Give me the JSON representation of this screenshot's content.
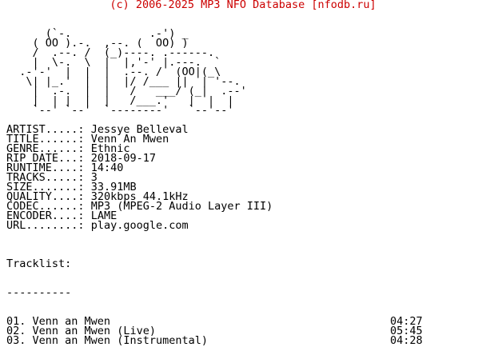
{
  "header": {
    "text": "(c) 2006-2025 MP3 NFO Database [nfodb.ru]",
    "color": "#cc0000"
  },
  "ascii_art": [
    "      (`-.            .-') _",
    "    ( OO ).-.  ,--. (  OO) )",
    "    /  .--. /  (_)----. .------.",
    "    |  \\-.  \\  |  |,'-' |.---.  `",
    "  .-'-'  |  |  |  .--. /  (OO|(_\\",
    "   \\| |_.'  |  |  |/ /___ ||  | '--.",
    "    |  .-.  |  |   /   ___/ (_|  .--'",
    "    |  | |  |  |   /___.'   |  |  |",
    "    `--' `--'  `--------'   `--'--'"
  ],
  "info": [
    {
      "key": "ARTIST",
      "dots": ".....",
      "value": "Jessye Belleval"
    },
    {
      "key": "TITLE",
      "dots": "......",
      "value": "Venn An Mwen"
    },
    {
      "key": "GENRE",
      "dots": "......",
      "value": "Ethnic"
    },
    {
      "key": "RIP DATE",
      "dots": "...",
      "value": "2018-09-17"
    },
    {
      "key": "RUNTIME",
      "dots": "....",
      "value": "14:40"
    },
    {
      "key": "TRACKS",
      "dots": ".....",
      "value": "3"
    },
    {
      "key": "SIZE",
      "dots": ".......",
      "value": "33.91MB"
    },
    {
      "key": "QUALITY",
      "dots": "....",
      "value": "320kbps 44.1kHz"
    },
    {
      "key": "CODEC",
      "dots": "......",
      "value": "MP3 (MPEG-2 Audio Layer III)"
    },
    {
      "key": "ENCODER",
      "dots": "....",
      "value": "LAME"
    },
    {
      "key": "URL",
      "dots": "........",
      "value": "play.google.com"
    }
  ],
  "tracklist": {
    "heading": "Tracklist:",
    "rule": "----------",
    "tracks": [
      {
        "num": "01.",
        "title": "Venn an Mwen",
        "duration": "04:27"
      },
      {
        "num": "02.",
        "title": "Venn an Mwen (Live)",
        "duration": "05:45"
      },
      {
        "num": "03.",
        "title": "Venn an Mwen (Instrumental)",
        "duration": "04:28"
      }
    ]
  }
}
